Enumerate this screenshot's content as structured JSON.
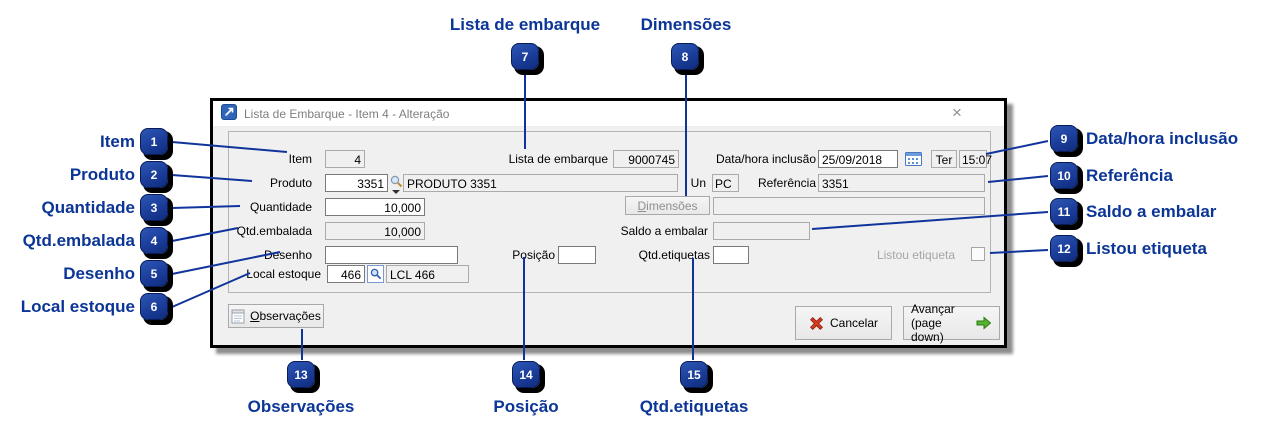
{
  "callouts": {
    "accent_color": "#0b3596",
    "left": [
      {
        "num": "1",
        "label": "Item"
      },
      {
        "num": "2",
        "label": "Produto"
      },
      {
        "num": "3",
        "label": "Quantidade"
      },
      {
        "num": "4",
        "label": "Qtd.embalada"
      },
      {
        "num": "5",
        "label": "Desenho"
      },
      {
        "num": "6",
        "label": "Local estoque"
      }
    ],
    "top": [
      {
        "num": "7",
        "label": "Lista de embarque"
      },
      {
        "num": "8",
        "label": "Dimensões"
      }
    ],
    "right": [
      {
        "num": "9",
        "label": "Data/hora inclusão"
      },
      {
        "num": "10",
        "label": "Referência"
      },
      {
        "num": "11",
        "label": "Saldo a embalar"
      },
      {
        "num": "12",
        "label": "Listou etiqueta"
      }
    ],
    "bottom": [
      {
        "num": "13",
        "label": "Observações"
      },
      {
        "num": "14",
        "label": "Posição"
      },
      {
        "num": "15",
        "label": "Qtd.etiquetas"
      }
    ]
  },
  "dialog": {
    "title": "Lista de Embarque - Item 4 - Alteração",
    "close_glyph": "×",
    "fields": {
      "item": {
        "label": "Item",
        "value": "4"
      },
      "lista_embarque": {
        "label": "Lista de embarque",
        "value": "9000745"
      },
      "data_hora": {
        "label": "Data/hora inclusão",
        "date": "25/09/2018",
        "weekday": "Ter",
        "time": "15:07"
      },
      "produto": {
        "label": "Produto",
        "code": "3351",
        "descr": "PRODUTO 3351"
      },
      "un": {
        "label": "Un",
        "value": "PC"
      },
      "referencia": {
        "label": "Referência",
        "value": "3351"
      },
      "quantidade": {
        "label": "Quantidade",
        "value": "10,000"
      },
      "qtd_embalada": {
        "label": "Qtd.embalada",
        "value": "10,000"
      },
      "saldo_embalar": {
        "label": "Saldo a embalar",
        "value": ""
      },
      "desenho": {
        "label": "Desenho",
        "value": ""
      },
      "posicao": {
        "label": "Posição",
        "value": ""
      },
      "qtd_etiquetas": {
        "label": "Qtd.etiquetas",
        "value": ""
      },
      "listou_etiqueta": {
        "label": "Listou etiqueta",
        "checked": false
      },
      "local_estoque": {
        "label": "Local estoque",
        "code": "466",
        "descr": "LCL 466"
      }
    },
    "buttons": {
      "dimensoes": "Dimensões",
      "observacoes": "Observações",
      "cancelar": "Cancelar",
      "avancar": "Avançar",
      "avancar_sub": "(page down)"
    }
  }
}
